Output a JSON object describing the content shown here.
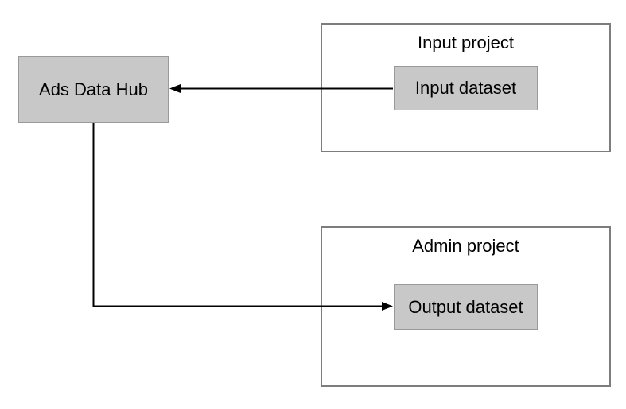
{
  "diagram": {
    "nodes": {
      "ads_data_hub": {
        "label": "Ads Data Hub",
        "shape": "filled-box"
      },
      "input_dataset": {
        "label": "Input dataset",
        "shape": "filled-box"
      },
      "output_dataset": {
        "label": "Output dataset",
        "shape": "filled-box"
      }
    },
    "containers": {
      "input_project": {
        "label": "Input project"
      },
      "admin_project": {
        "label": "Admin project"
      }
    },
    "edges": [
      {
        "from": "Input dataset",
        "to": "Ads Data Hub",
        "style": "straight",
        "arrowhead": "at-ads-data-hub"
      },
      {
        "from": "Ads Data Hub",
        "to": "Output dataset",
        "style": "elbow-down-right",
        "arrowhead": "at-output-dataset"
      }
    ],
    "colors": {
      "background": "#ffffff",
      "node_fill": "#c8c8c8",
      "node_border": "#9a9a9a",
      "container_border": "#7d7d7d",
      "edge": "#000000",
      "text": "#000000"
    }
  }
}
